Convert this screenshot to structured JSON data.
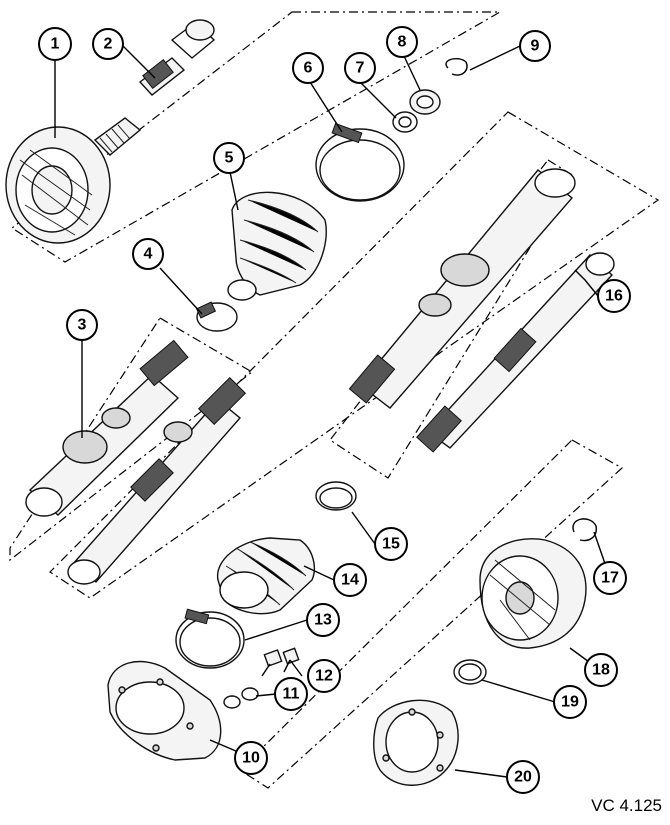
{
  "diagram": {
    "reference_code": "VC 4.125",
    "callouts": [
      "1",
      "2",
      "3",
      "4",
      "5",
      "6",
      "7",
      "8",
      "9",
      "10",
      "11",
      "12",
      "13",
      "14",
      "15",
      "16",
      "17",
      "18",
      "19",
      "20"
    ]
  }
}
